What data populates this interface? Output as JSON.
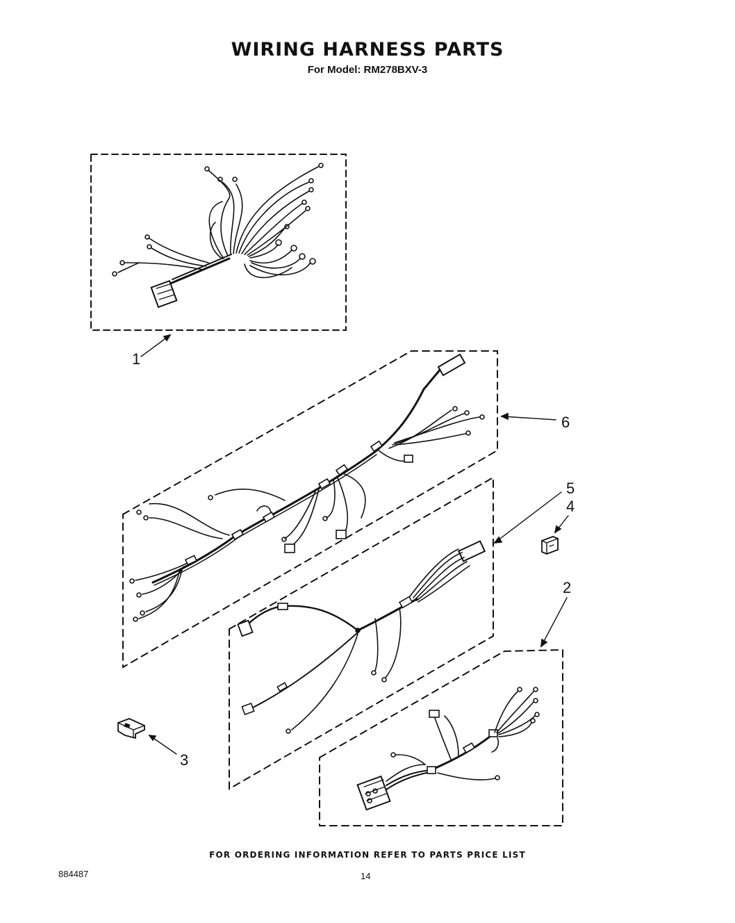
{
  "header": {
    "title": "WIRING HARNESS PARTS",
    "subtitle": "For Model: RM278BXV-3"
  },
  "callouts": [
    "1",
    "2",
    "3",
    "4",
    "5",
    "6"
  ],
  "footer": {
    "ordering_note": "FOR ORDERING INFORMATION REFER TO PARTS PRICE LIST",
    "document_number": "884487",
    "page_number": "14"
  }
}
